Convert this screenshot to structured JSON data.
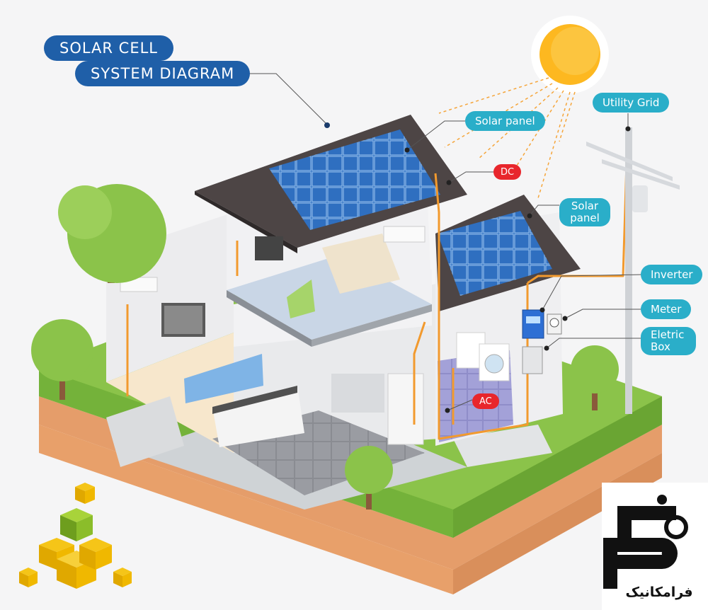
{
  "title": {
    "line1": "SOLAR CELL",
    "line2": "SYSTEM DIAGRAM"
  },
  "labels": {
    "solar_panel_main": "Solar panel",
    "dc": "DC",
    "solar_panel_small_line1": "Solar",
    "solar_panel_small_line2": "panel",
    "utility_grid": "Utility Grid",
    "inverter": "Inverter",
    "meter": "Meter",
    "electric_box_line1": "Eletric",
    "electric_box_line2": "Box",
    "ac": "AC"
  },
  "brand": {
    "name": "فرامکانیک"
  },
  "colors": {
    "title_pill": "#1f5fa8",
    "label_pill": "#2aaec9",
    "current_pill": "#e8262c",
    "wire": "#f29a2e",
    "sun": "#fdb820",
    "grass": "#8bc34a",
    "soil": "#e8a06a",
    "panel": "#2f6fc0",
    "roof": "#4d4545"
  },
  "icons": [
    "sun-icon",
    "tree-icon",
    "cube-stack-logo",
    "farameckanic-logo-icon"
  ]
}
